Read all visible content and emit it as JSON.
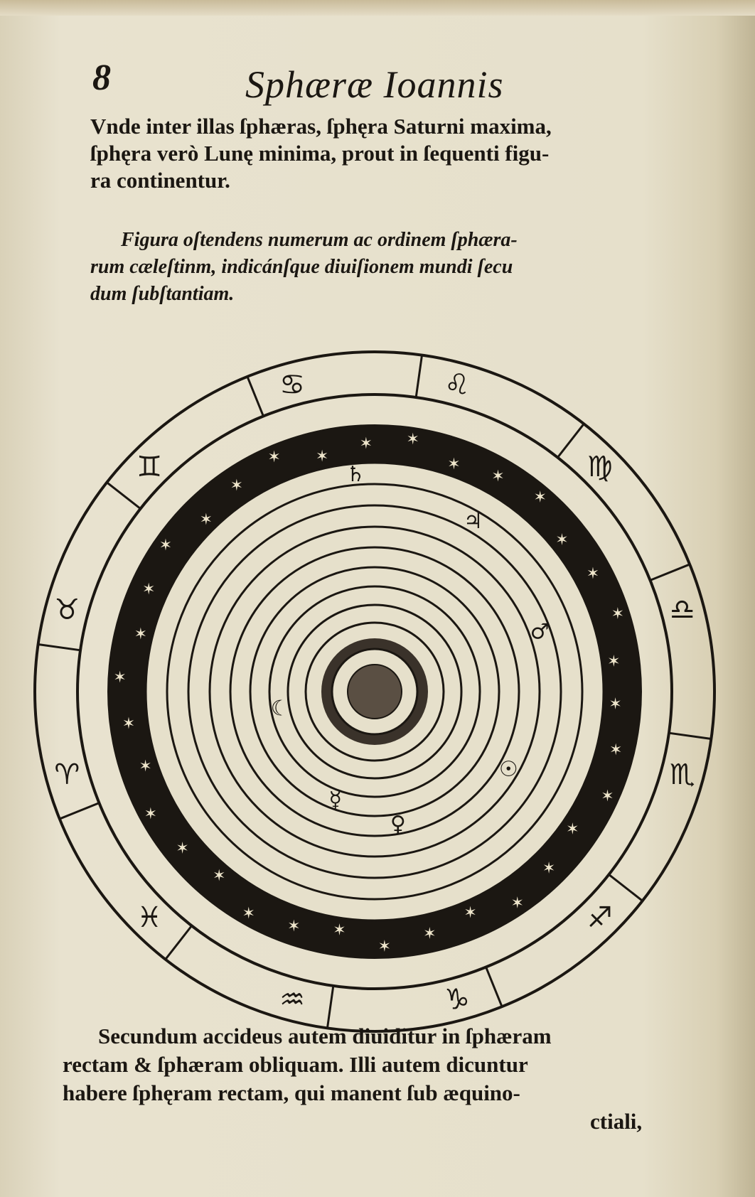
{
  "header": {
    "page_number": "8",
    "running_title": "Sphæræ Ioannis"
  },
  "intro_lines": [
    "Vnde inter illas ſphæras, ſphęra Saturni maxima,",
    "ſphęra verò Lunę minima, prout in ſequenti figu-",
    "ra continentur."
  ],
  "caption_lines": [
    "Figura oſtendens numerum ac ordinem ſphæra-",
    "rum cæleſtinm, indicánſque diuiſionem mundi ſecu",
    "dum ſubſtantiam."
  ],
  "figure": {
    "planet_symbols": [
      "♄",
      "♃",
      "♂",
      "☉",
      "♀",
      "☿",
      "☾"
    ],
    "zodiac_signs": [
      "♋",
      "♊",
      "♉",
      "♈",
      "♓",
      "♒",
      "♑",
      "♐",
      "♏",
      "♎",
      "♍",
      "♌"
    ],
    "ink_color": "#1b1712",
    "paper_color": "#e6e0cb"
  },
  "closing_lines": [
    "Secundum accideus autem diuiditur in ſphæram",
    "rectam & ſphæram obliquam. Illi autem dicuntur",
    "habere ſphęram rectam, qui manent ſub æquino-",
    "ctiali,"
  ]
}
